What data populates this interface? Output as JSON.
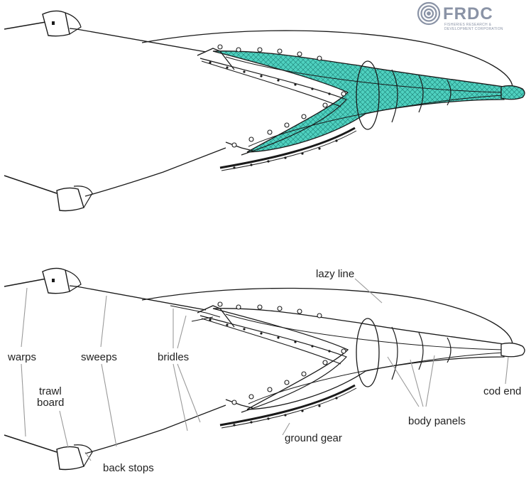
{
  "logo": {
    "name": "FRDC",
    "subtitle_line1": "FISHERIES RESEARCH &",
    "subtitle_line2": "DEVELOPMENT CORPORATION",
    "color": "#8a93a6"
  },
  "colors": {
    "net_fill": "#4fd1c0",
    "net_mesh": "#1a7d72",
    "line": "#1a1a1a",
    "leader": "#9a9a9a"
  },
  "labels": {
    "lazy_line": "lazy line",
    "warps": "warps",
    "sweeps": "sweeps",
    "bridles": "bridles",
    "trawl_board_1": "trawl",
    "trawl_board_2": "board",
    "ground_gear": "ground gear",
    "body_panels": "body panels",
    "cod_end": "cod end",
    "back_stops": "back stops"
  }
}
